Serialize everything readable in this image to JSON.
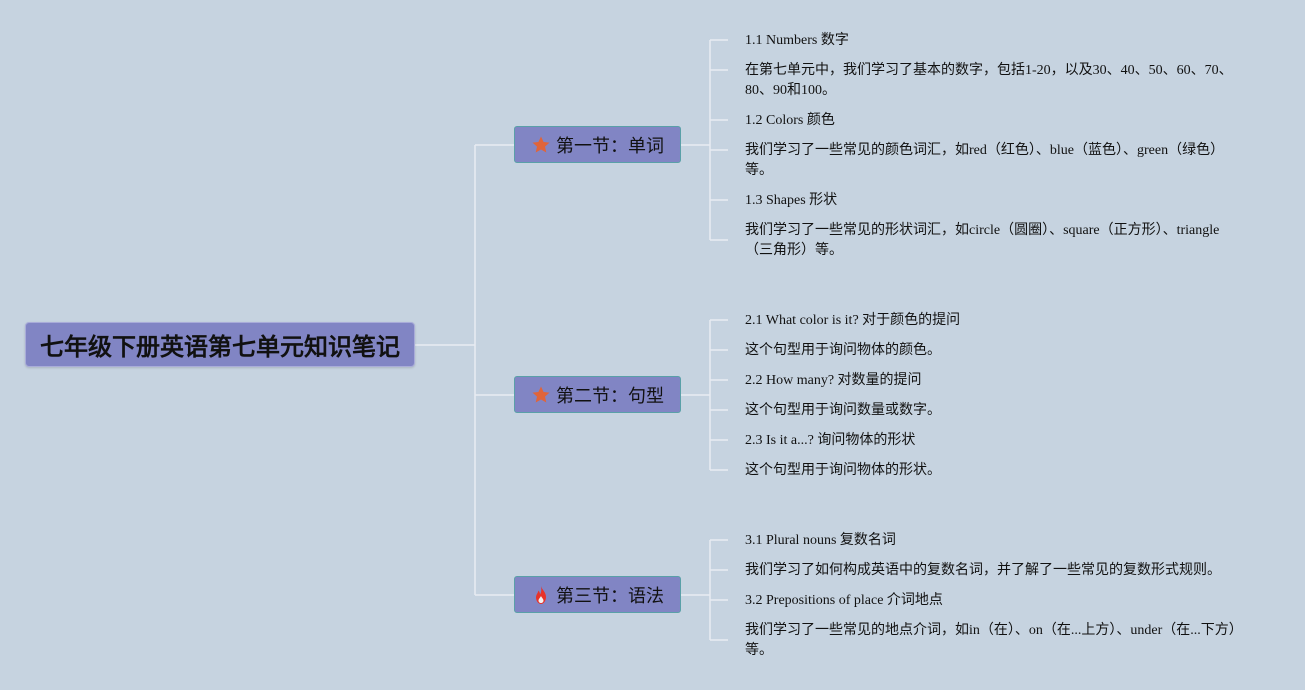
{
  "root": {
    "title": "七年级下册英语第七单元知识笔记"
  },
  "sections": [
    {
      "label": "第一节：单词",
      "icon": "star-icon",
      "icon_color": "#e0643a",
      "items": [
        "1.1 Numbers 数字",
        "在第七单元中，我们学习了基本的数字，包括1-20，以及30、40、50、60、70、80、90和100。",
        "1.2 Colors 颜色",
        "我们学习了一些常见的颜色词汇，如red（红色）、blue（蓝色）、green（绿色）等。",
        "1.3 Shapes 形状",
        "我们学习了一些常见的形状词汇，如circle（圆圈）、square（正方形）、triangle（三角形）等。"
      ]
    },
    {
      "label": "第二节：句型",
      "icon": "star-icon",
      "icon_color": "#e0643a",
      "items": [
        "2.1 What color is it? 对于颜色的提问",
        "这个句型用于询问物体的颜色。",
        "2.2 How many? 对数量的提问",
        "这个句型用于询问数量或数字。",
        "2.3 Is it a...? 询问物体的形状",
        "这个句型用于询问物体的形状。"
      ]
    },
    {
      "label": "第三节：语法",
      "icon": "flame-icon",
      "icon_color": "#e8322a",
      "items": [
        "3.1 Plural nouns 复数名词",
        "我们学习了如何构成英语中的复数名词，并了解了一些常见的复数形式规则。",
        "3.2 Prepositions of place 介词地点",
        "我们学习了一些常见的地点介词，如in（在）、on（在...上方）、under（在...下方）等。"
      ]
    }
  ]
}
